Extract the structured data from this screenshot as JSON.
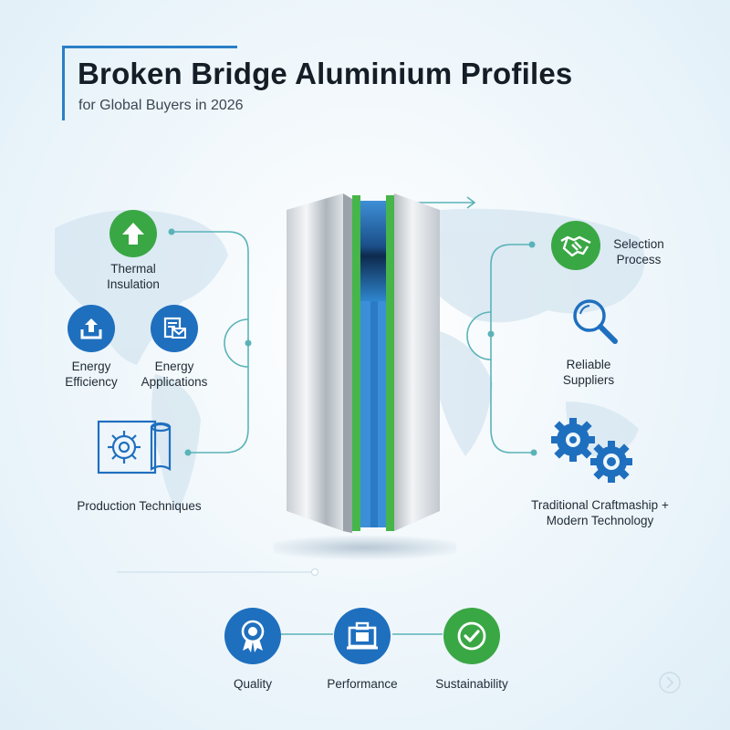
{
  "header": {
    "title": "Broken Bridge Aluminium Profiles",
    "subtitle": "for Global Buyers in 2026"
  },
  "left_features": {
    "thermal_insulation": [
      "Thermal",
      "Insulation"
    ],
    "energy_efficiency": [
      "Energy",
      "Efficiency"
    ],
    "energy_applications": [
      "Energy",
      "Applications"
    ],
    "production_techniques": "Production Techniques"
  },
  "right_features": {
    "selection_process": [
      "Selection",
      "Process"
    ],
    "reliable_suppliers": [
      "Reliable",
      "Suppliers"
    ],
    "craftsmanship": [
      "Traditional Craftmaship +",
      "Modern Technology"
    ]
  },
  "bottom_features": {
    "quality": "Quality",
    "performance": "Performance",
    "sustainability": "Sustainability"
  },
  "colors": {
    "accent_blue": "#1f6fbf",
    "accent_green": "#3aa745",
    "line_teal": "#5ab3b8"
  },
  "icons": [
    "up-arrow-icon",
    "upload-icon",
    "document-mail-icon",
    "gear-blueprint-icon",
    "handshake-icon",
    "magnifier-icon",
    "gears-icon",
    "award-ribbon-icon",
    "portfolio-icon",
    "checkmark-icon"
  ]
}
